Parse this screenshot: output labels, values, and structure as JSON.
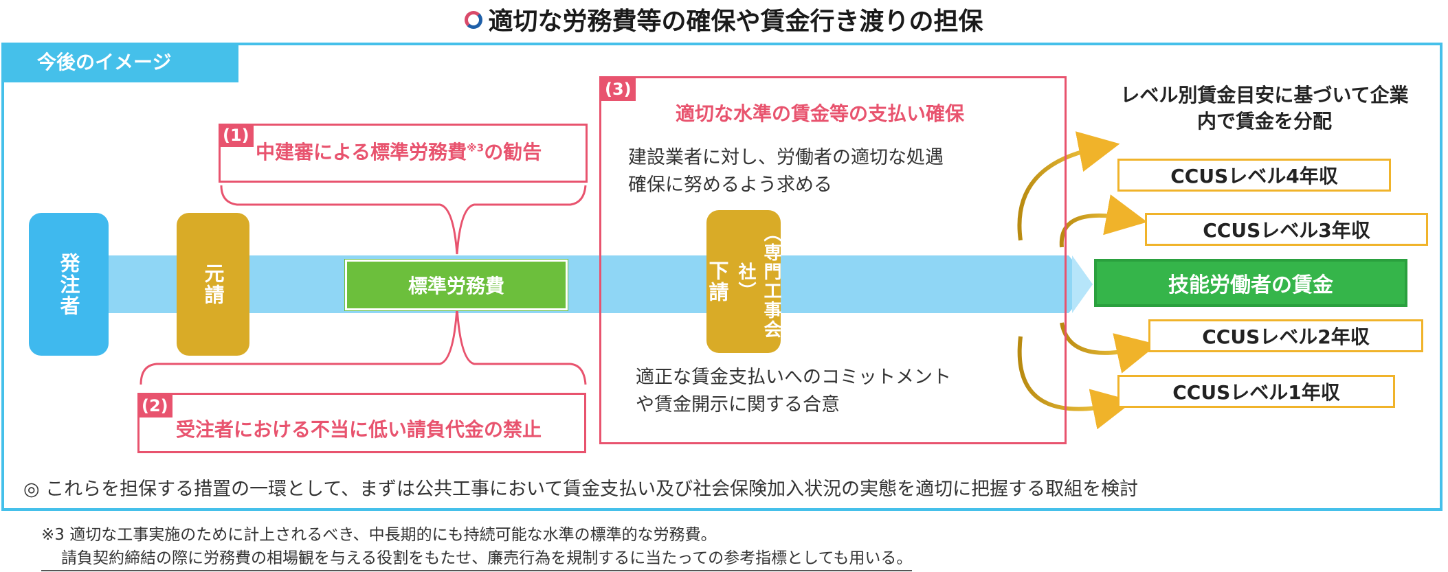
{
  "title": "適切な労務費等の確保や賃金行き渡りの担保",
  "tab_label": "今後のイメージ",
  "nodes": {
    "orderer": "発注者",
    "prime": "元請",
    "standard_cost": "標準労務費",
    "subcontractor_main": "下請",
    "subcontractor_sub": "（専門工事会社）",
    "worker_wage": "技能労働者の賃金"
  },
  "box1": {
    "num": "(1)",
    "text_pre": "中建審による標準労務費",
    "sup": "※3",
    "text_post": "の勧告"
  },
  "box2": {
    "num": "(2)",
    "text": "受注者における不当に低い請負代金の禁止"
  },
  "box3": {
    "num": "(3)",
    "heading": "適切な水準の賃金等の支払い確保",
    "line1": "建設業者に対し、労働者の適切な処遇",
    "line2": "確保に努めるよう求める",
    "line3": "適正な賃金支払いへのコミットメント",
    "line4": "や賃金開示に関する合意"
  },
  "levels_heading_1": "レベル別賃金目安に基づいて企業",
  "levels_heading_2": "内で賃金を分配",
  "levels": [
    "CCUSレベル4年収",
    "CCUSレベル3年収",
    "CCUSレベル2年収",
    "CCUSレベル1年収"
  ],
  "bottom_note": "◎ これらを担保する措置の一環として、まずは公共工事において賃金支払い及び社会保険加入状況の実態を適切に把握する取組を検討",
  "footnote_1": "※3 適切な工事実施のために計上されるべき、中長期的にも持続可能な水準の標準的な労務費。",
  "footnote_2": "請負契約締結の際に労務費の相場観を与える役割をもたせ、廉売行為を規制するに当たっての参考指標としても用いる。",
  "colors": {
    "frame": "#45c0ea",
    "flow": "#8fd6f5",
    "gold": "#d9ab27",
    "red": "#e8536e",
    "green": "#6cbf3c",
    "wage_green": "#35b54a",
    "level_border": "#f0b32a"
  }
}
